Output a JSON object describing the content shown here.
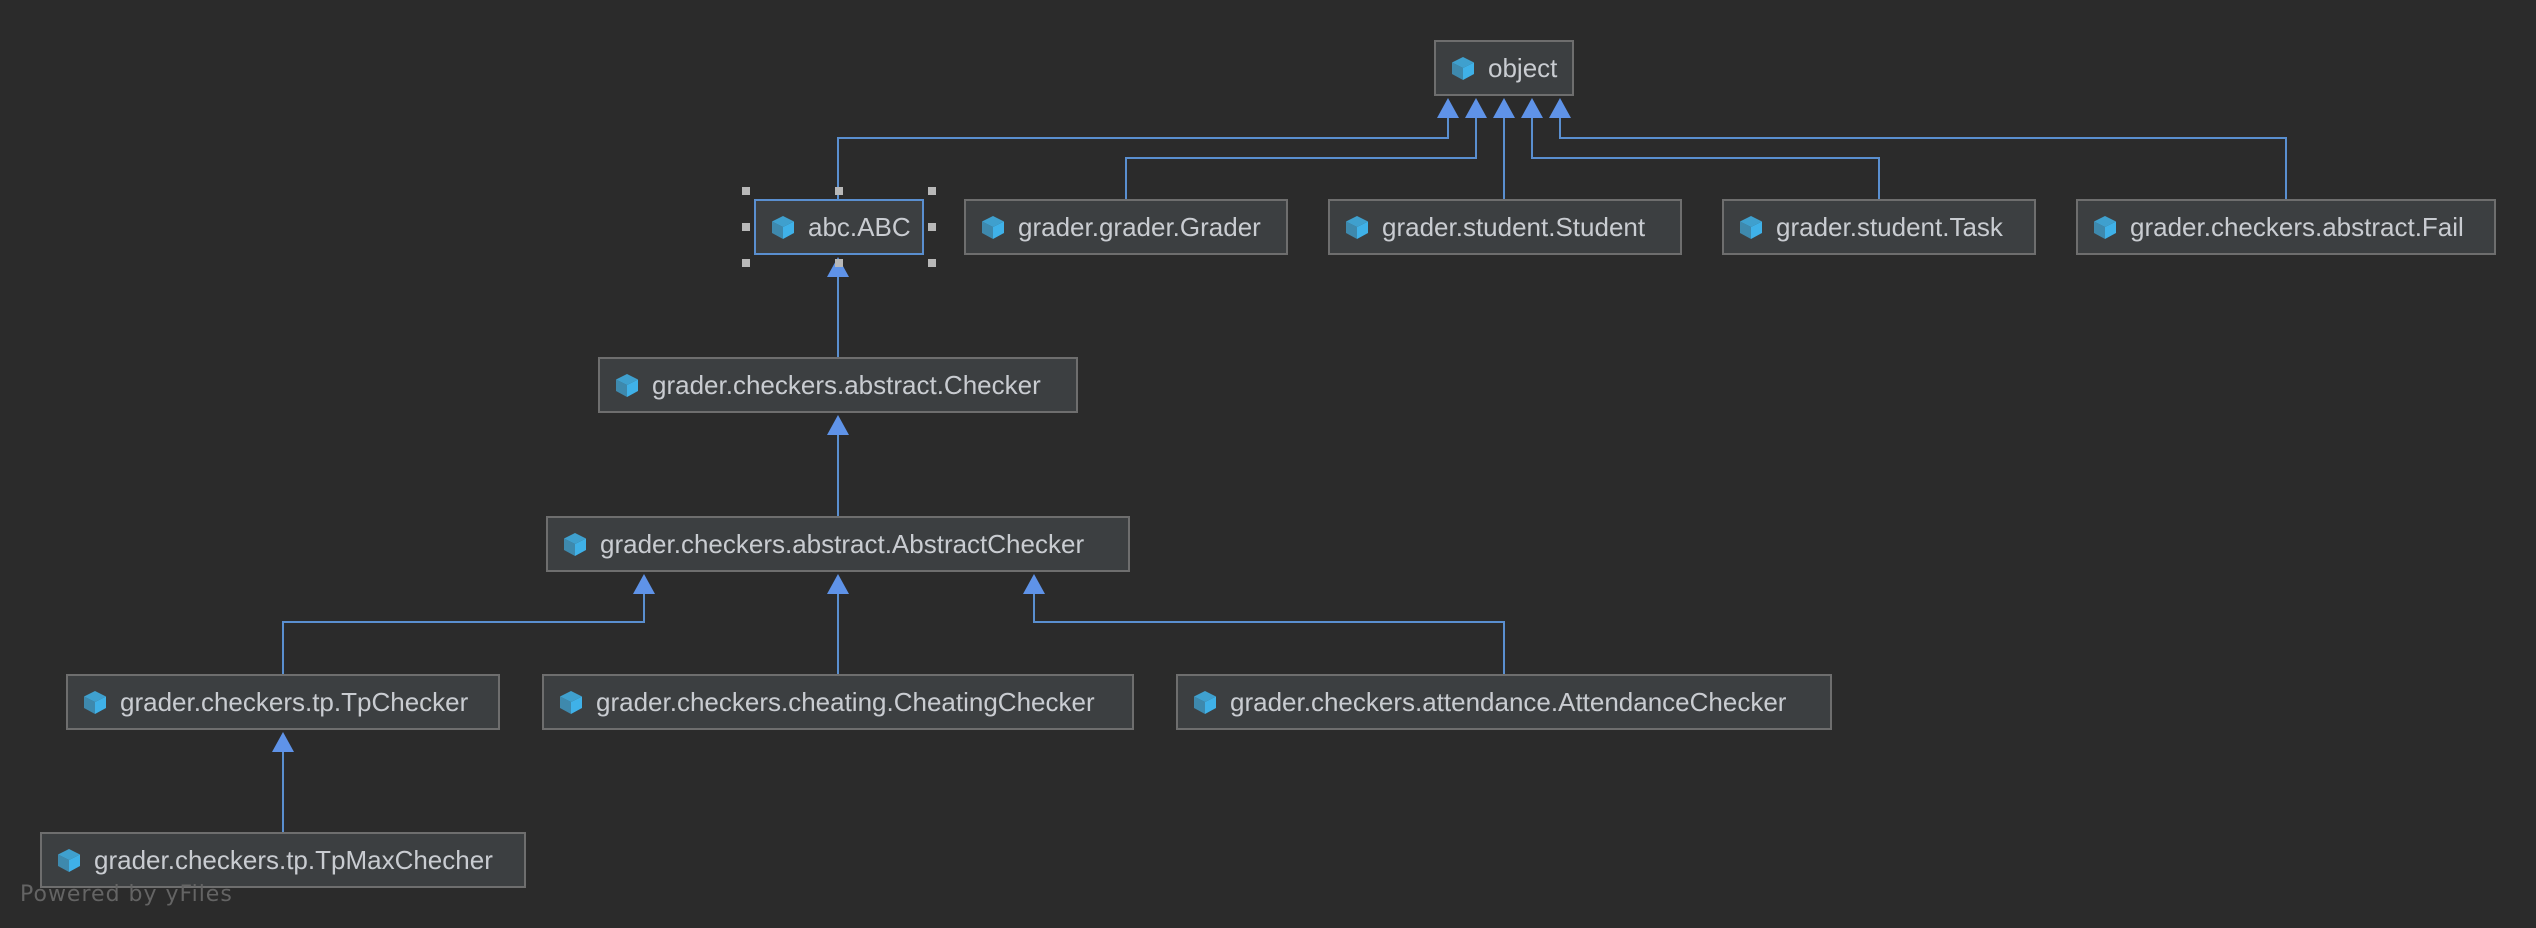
{
  "diagram": {
    "nodes": [
      {
        "id": "object",
        "label": "object"
      },
      {
        "id": "abc",
        "label": "abc.ABC",
        "selected": true
      },
      {
        "id": "grader",
        "label": "grader.grader.Grader"
      },
      {
        "id": "student",
        "label": "grader.student.Student"
      },
      {
        "id": "task",
        "label": "grader.student.Task"
      },
      {
        "id": "fail",
        "label": "grader.checkers.abstract.Fail"
      },
      {
        "id": "checker",
        "label": "grader.checkers.abstract.Checker"
      },
      {
        "id": "abstractchecker",
        "label": "grader.checkers.abstract.AbstractChecker"
      },
      {
        "id": "tp",
        "label": "grader.checkers.tp.TpChecker"
      },
      {
        "id": "cheating",
        "label": "grader.checkers.cheating.CheatingChecker"
      },
      {
        "id": "attendance",
        "label": "grader.checkers.attendance.AttendanceChecker"
      },
      {
        "id": "tpmax",
        "label": "grader.checkers.tp.TpMaxChecher"
      }
    ],
    "edges": [
      {
        "from": "abc",
        "to": "object"
      },
      {
        "from": "grader",
        "to": "object"
      },
      {
        "from": "student",
        "to": "object"
      },
      {
        "from": "task",
        "to": "object"
      },
      {
        "from": "fail",
        "to": "object"
      },
      {
        "from": "checker",
        "to": "abc"
      },
      {
        "from": "abstractchecker",
        "to": "checker"
      },
      {
        "from": "tp",
        "to": "abstractchecker"
      },
      {
        "from": "cheating",
        "to": "abstractchecker"
      },
      {
        "from": "attendance",
        "to": "abstractchecker"
      },
      {
        "from": "tpmax",
        "to": "tp"
      }
    ]
  },
  "colors": {
    "edge": "#5a8fd0",
    "arrow": "#5f93e8",
    "icon": "#3fb1e8"
  },
  "watermark": "Powered by yFiles"
}
